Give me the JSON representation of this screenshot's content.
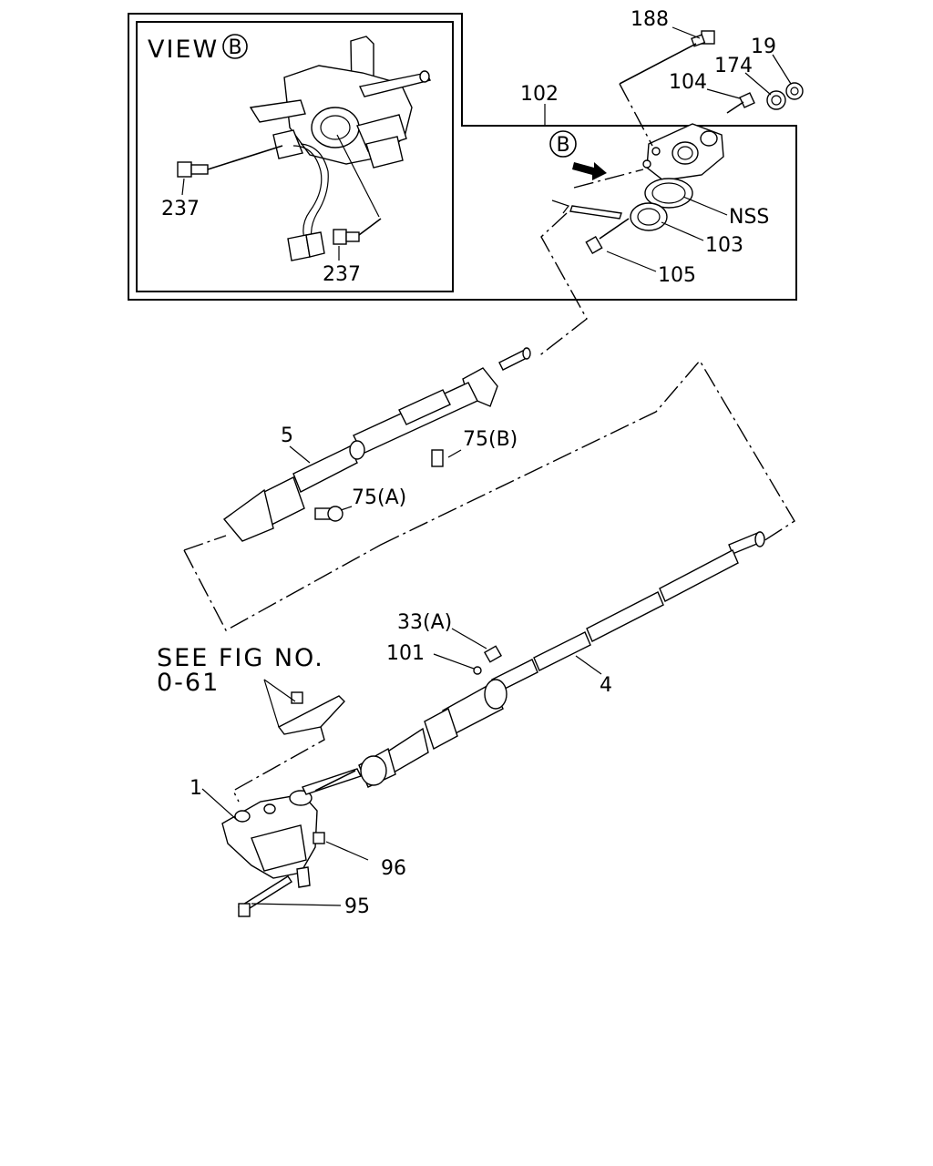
{
  "view_box": {
    "title": "VIEW",
    "view_marker": "B",
    "callouts": {
      "screw_upper": "237",
      "screw_lower": "237"
    }
  },
  "main_marker": "B",
  "callouts": {
    "c188": "188",
    "c19": "19",
    "c174": "174",
    "c104": "104",
    "c102": "102",
    "nss": "NSS",
    "c103": "103",
    "c105": "105",
    "c5": "5",
    "c75b": "75(B)",
    "c75a": "75(A)",
    "c33a": "33(A)",
    "c101": "101",
    "c4": "4",
    "c1": "1",
    "c96": "96",
    "c95": "95"
  },
  "see_fig": {
    "line1": "SEE FIG NO.",
    "line2": "0-61"
  }
}
